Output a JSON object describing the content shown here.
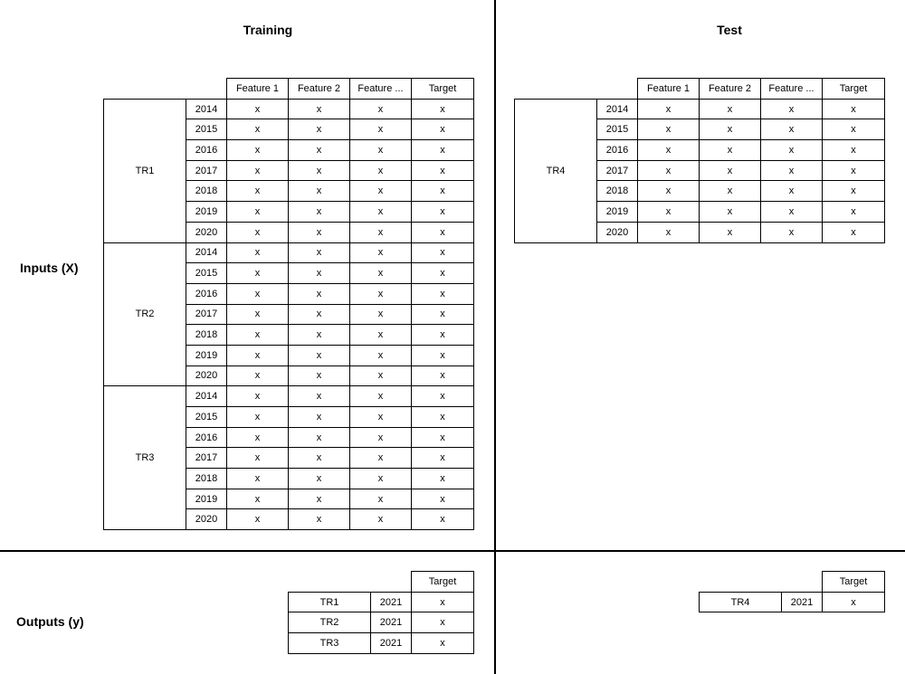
{
  "titles": {
    "training": "Training",
    "test": "Test"
  },
  "side_labels": {
    "inputs": "Inputs (X)",
    "outputs": "Outputs (y)"
  },
  "columns": [
    "Feature 1",
    "Feature 2",
    "Feature ...",
    "Target"
  ],
  "years": [
    "2014",
    "2015",
    "2016",
    "2017",
    "2018",
    "2019",
    "2020"
  ],
  "cell_mark": "x",
  "training_groups": [
    "TR1",
    "TR2",
    "TR3"
  ],
  "test_group": "TR4",
  "outputs": {
    "header": "Target",
    "training_rows": [
      {
        "group": "TR1",
        "year": "2021",
        "value": "x"
      },
      {
        "group": "TR2",
        "year": "2021",
        "value": "x"
      },
      {
        "group": "TR3",
        "year": "2021",
        "value": "x"
      }
    ],
    "test_rows": [
      {
        "group": "TR4",
        "year": "2021",
        "value": "x"
      }
    ]
  }
}
